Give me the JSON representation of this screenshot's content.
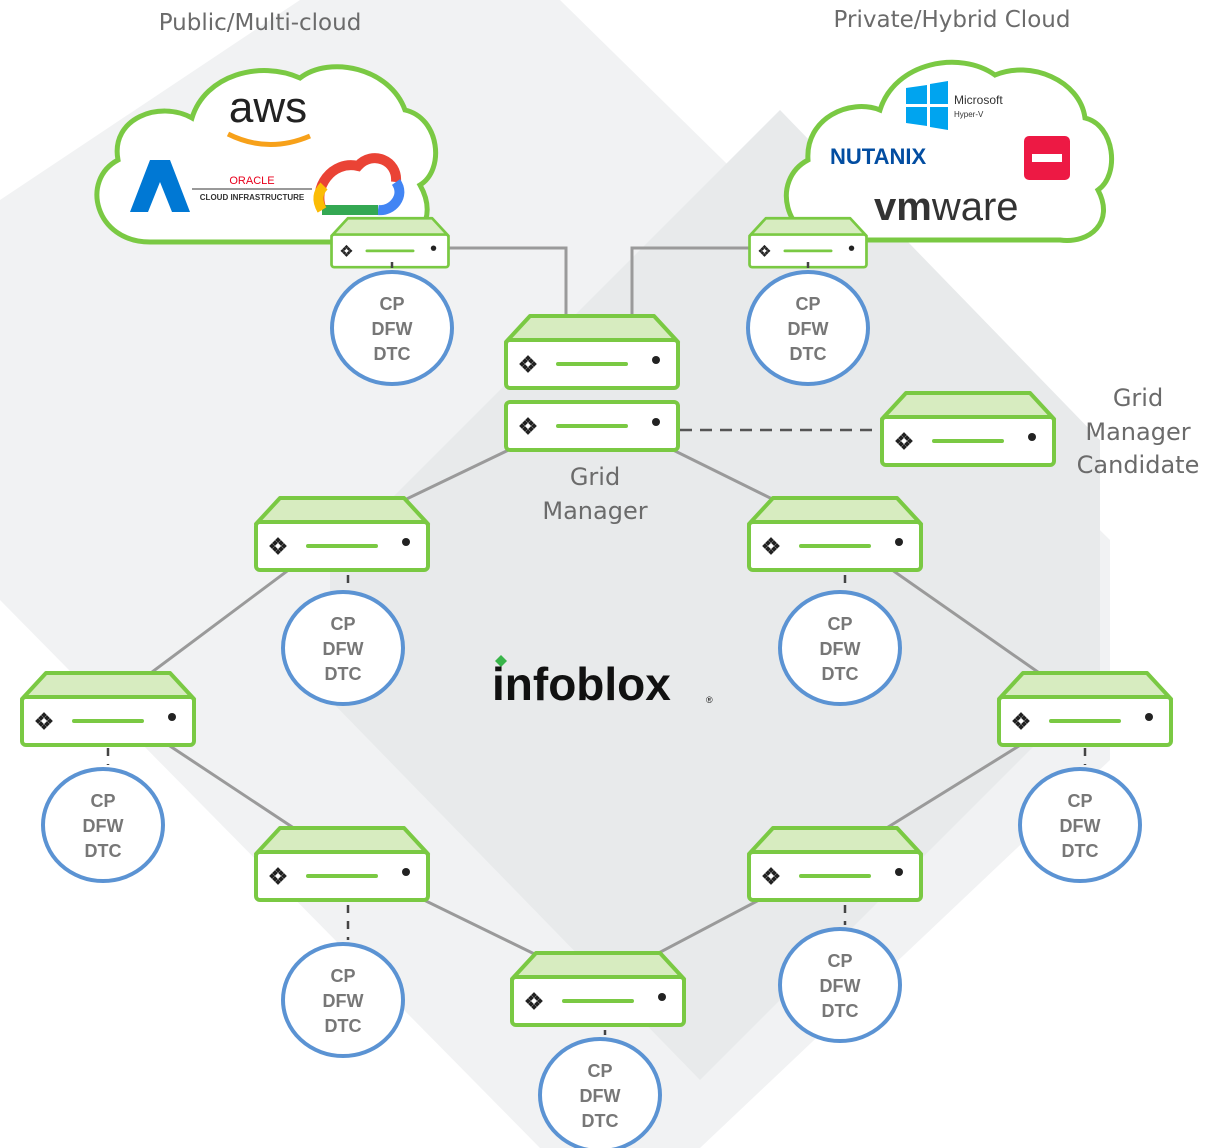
{
  "labels": {
    "public_cloud": "Public/Multi-cloud",
    "private_cloud": "Private/Hybrid Cloud",
    "grid_manager": [
      "Grid",
      "Manager"
    ],
    "grid_manager_candidate": [
      "Grid",
      "Manager",
      "Candidate"
    ]
  },
  "brand": {
    "name": "infoblox",
    "registered": "®"
  },
  "public_cloud_vendors": {
    "aws": "aws",
    "oracle_top": "ORACLE",
    "oracle_bottom": "CLOUD INFRASTRUCTURE"
  },
  "private_cloud_vendors": {
    "microsoft": "Microsoft",
    "hyperv": "Hyper-V",
    "nutanix": "NUTANIX",
    "vmware_bold": "vm",
    "vmware_rest": "ware"
  },
  "role_bubble_lines": [
    "CP",
    "DFW",
    "DTC"
  ],
  "colors": {
    "appliance_green": "#7ac943",
    "appliance_fill": "#d7ecc0",
    "bubble_blue": "#5b93d3",
    "link_gray": "#9a9a9a",
    "cloud_outline": "#7ac943",
    "brand_green": "#39b54a",
    "oracle_red": "#e8001c",
    "openstack_red": "#ed1944",
    "azure_blue": "#0078d4",
    "windows_blue": "#00a4ef",
    "nutanix_blue": "#024da1"
  },
  "icons": {
    "appliance": "server-appliance-icon",
    "appliance_logo": "infoblox-diamond-icon"
  }
}
